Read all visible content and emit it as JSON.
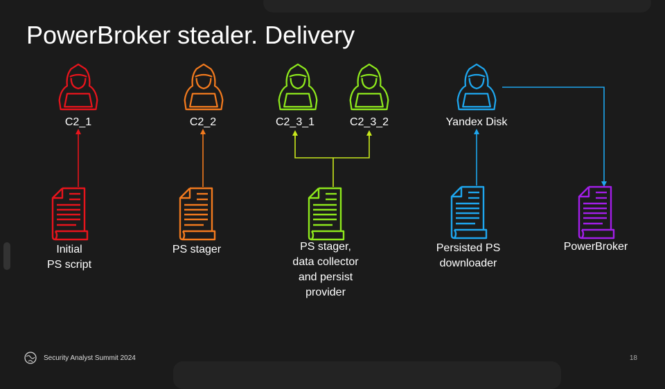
{
  "title": "PowerBroker stealer. Delivery",
  "nodes": {
    "c2_1": "C2_1",
    "c2_2": "C2_2",
    "c2_3_1": "C2_3_1",
    "c2_3_2": "C2_3_2",
    "yandex": "Yandex Disk"
  },
  "files": {
    "initial": [
      "Initial",
      "PS script"
    ],
    "stager": [
      "PS stager"
    ],
    "collector": [
      "PS stager,",
      "data collector",
      "and persist",
      "provider"
    ],
    "downloader": [
      "Persisted PS",
      "downloader"
    ],
    "powerbroker": [
      "PowerBroker"
    ]
  },
  "colors": {
    "red": "#e8141c",
    "orange": "#f27a1e",
    "green": "#8ee81c",
    "blue": "#1ea6ee",
    "purple": "#a21ee8"
  },
  "footer": {
    "event": "Security Analyst Summit 2024",
    "page": "18"
  }
}
